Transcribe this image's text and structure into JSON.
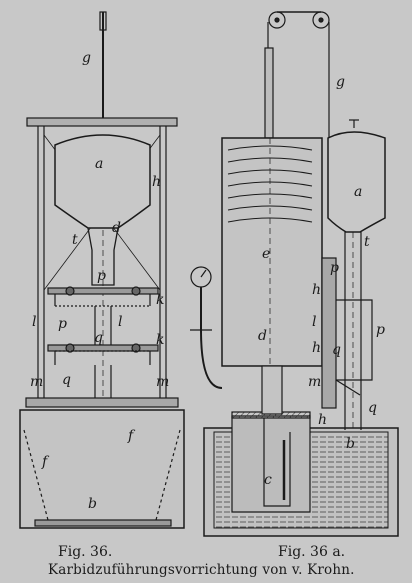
{
  "captions": {
    "fig_left": "Fig. 36.",
    "fig_right": "Fig. 36 a.",
    "title": "Karbidzuführungsvorrichtung von v. Krohn."
  },
  "labels_left": {
    "g": "g",
    "a": "a",
    "h": "h",
    "t": "t",
    "d": "d",
    "p": "p",
    "p1": "p",
    "l_left": "l",
    "l_right": "l",
    "k_top": "k",
    "k_bottom": "k",
    "q": "q",
    "q1": "q",
    "m_left": "m",
    "m_right": "m",
    "f_left": "f",
    "f_right": "f",
    "b": "b"
  },
  "labels_right": {
    "g": "g",
    "e": "e",
    "a": "a",
    "t": "t",
    "d": "d",
    "p": "p",
    "p1": "p",
    "h1": "h",
    "l": "l",
    "h2": "h",
    "q1": "q",
    "m": "m",
    "q": "q",
    "h3": "h",
    "b": "b",
    "c": "c"
  }
}
